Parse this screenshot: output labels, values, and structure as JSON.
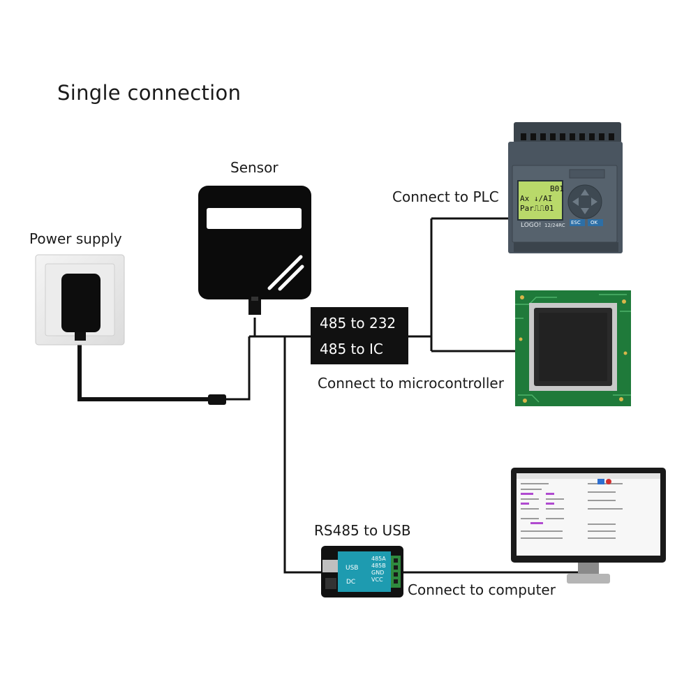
{
  "title": "Single connection",
  "labels": {
    "power_supply": "Power supply",
    "sensor": "Sensor",
    "plc": "Connect to PLC",
    "microcontroller": "Connect to microcontroller",
    "rs485_usb": "RS485 to USB",
    "computer": "Connect to computer"
  },
  "converter": {
    "line1": "485 to 232",
    "line2": "485 to IC"
  },
  "usb_module": {
    "usb": "USB",
    "dc": "DC",
    "pin1": "485A",
    "pin2": "485B",
    "pin3": "GND",
    "pin4": "VCC"
  },
  "plc_device": {
    "brand": "LOGO!",
    "model": "12/24RC",
    "screen_line1": "B01",
    "screen_line2": "Ax ↓/AI",
    "screen_line3": "Par⎍⎍01",
    "esc": "ESC",
    "ok": "OK"
  },
  "colors": {
    "wire": "#111111",
    "plc_body": "#4a5560",
    "plc_screen": "#b9d96a",
    "pcb": "#1f7a3a",
    "usb_module": "#1e9bb0"
  }
}
